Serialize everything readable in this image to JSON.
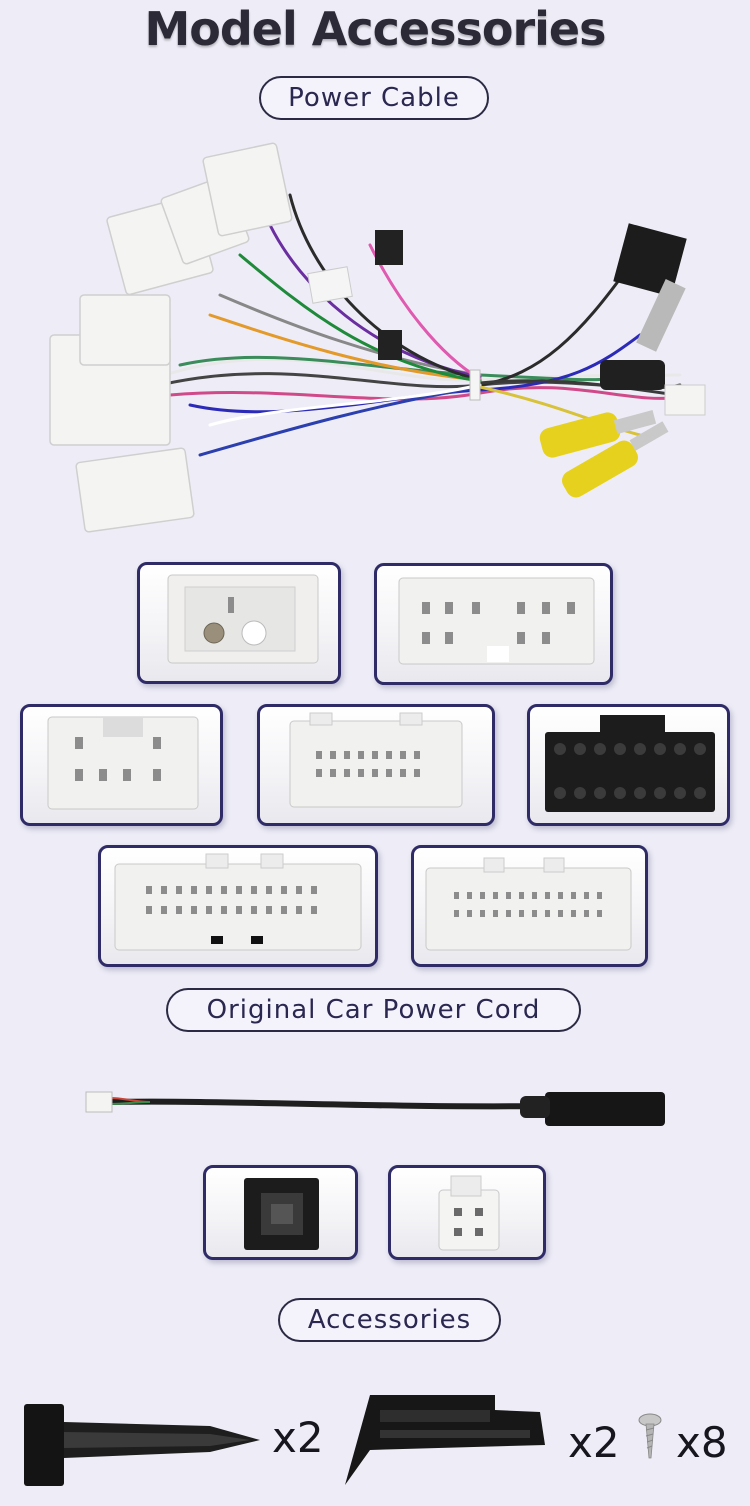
{
  "page": {
    "title": "Model Accessories"
  },
  "sections": {
    "power_cable": "Power Cable",
    "original_cord": "Original Car Power Cord",
    "accessories": "Accessories"
  },
  "accessory_quantities": {
    "bracket_a": "x2",
    "bracket_b": "x2",
    "screws": "x8"
  },
  "colors": {
    "background": "#eeedf7",
    "panel_border": "#2e2b66",
    "pill_border": "#2b2a44",
    "text": "#2a2750"
  }
}
